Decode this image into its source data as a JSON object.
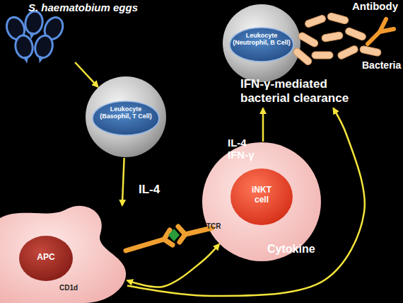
{
  "diagram": {
    "nodes": [
      {
        "text": [
          "S. haematobium eggs"
        ]
      },
      {
        "text": [
          "Leukocyte (Basophil, T Cell)"
        ]
      },
      {
        "text": [
          "APC"
        ]
      },
      {
        "text": [
          "iNKT cell"
        ]
      },
      {
        "text": [
          "Leukocyte (Neutrophil, B Cell)"
        ]
      },
      {
        "text": [
          "IFN-γ-mediated bacterial clearance"
        ]
      }
    ],
    "edges": [
      {
        "from": 0,
        "to": 1,
        "arrow": "to"
      },
      {
        "from": 1,
        "to": 2,
        "label": "IL-4",
        "arrow": "to"
      },
      {
        "from": 3,
        "to": 5,
        "label": "IL-4 IFN-γ",
        "arrow": "to"
      },
      {
        "from": 3,
        "to": 2,
        "arrow": "both"
      },
      {
        "from": 2,
        "to": 5,
        "arrow": "to"
      }
    ],
    "labels": [
      "Antibody",
      "Bacteria",
      "TCR",
      "Cytokine",
      "CD1d"
    ]
  }
}
